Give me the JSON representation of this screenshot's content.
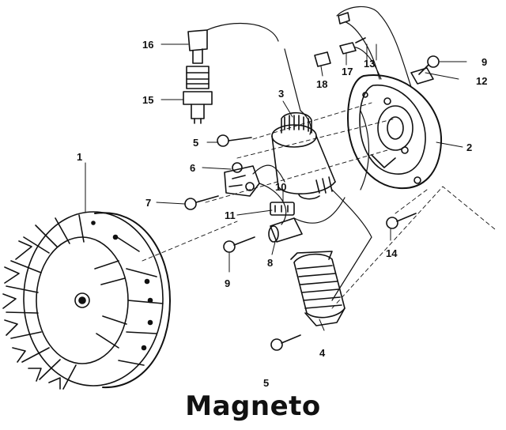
{
  "title": "Magneto",
  "colors": {
    "ink": "#111111",
    "paper": "#ffffff"
  },
  "callouts": {
    "c1": "1",
    "c2": "2",
    "c3": "3",
    "c4": "4",
    "c5a": "5",
    "c5b": "5",
    "c6": "6",
    "c7": "7",
    "c8": "8",
    "c9a": "9",
    "c9b": "9",
    "c10": "10",
    "c11": "11",
    "c12": "12",
    "c13": "13",
    "c14": "14",
    "c15": "15",
    "c16": "16",
    "c17": "17",
    "c18": "18"
  }
}
